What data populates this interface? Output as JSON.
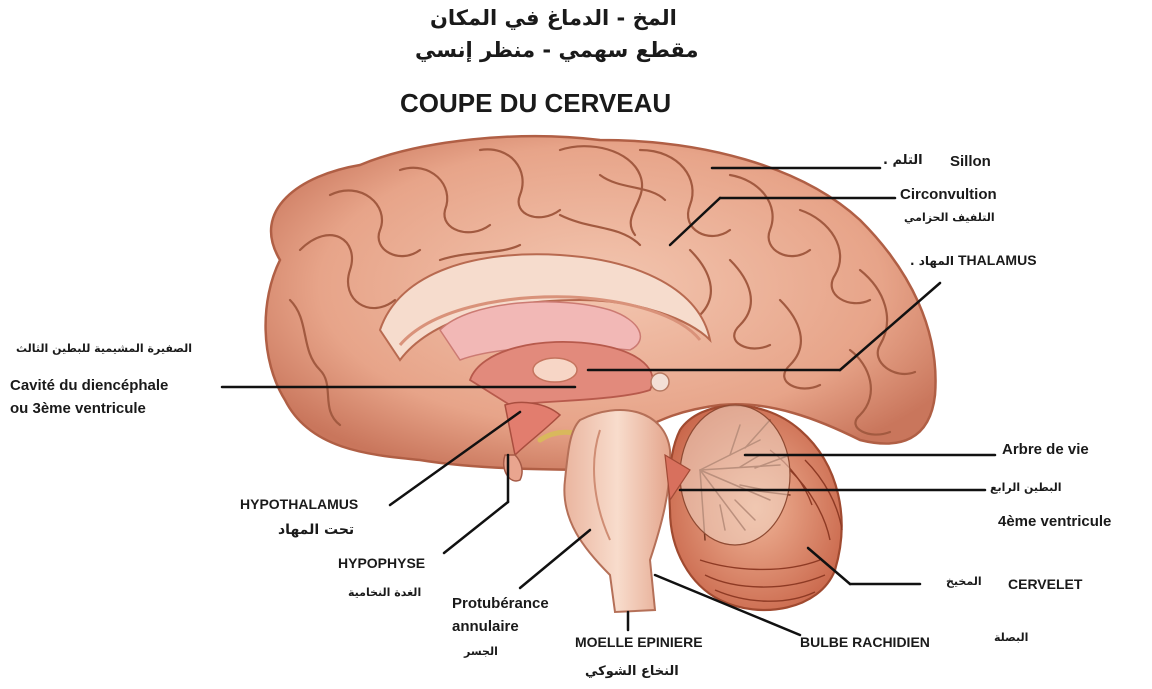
{
  "header": {
    "arabic_line1": "المخ  - الدماغ في المكان",
    "arabic_line2": "مقطع سهمي  - منظر إنسي",
    "title": "COUPE DU CERVEAU"
  },
  "labels": {
    "sillon_ar": "التلم .",
    "sillon": "Sillon",
    "circonvolution": "Circonvultion",
    "circonvolution_ar": "التلفيف الحزامي",
    "thalamus_ar": "المهاد .",
    "thalamus": "THALAMUS",
    "diencephale_ar": "الصفيرة المشيمية للبطين الثالث",
    "diencephale_line1": "Cavité du diencéphale",
    "diencephale_line2": "ou 3ème ventricule",
    "arbre": "Arbre de vie",
    "ventricule4_ar": "البطين الرابع",
    "ventricule4": "4ème ventricule",
    "hypothalamus": "HYPOTHALAMUS",
    "hypothalamus_ar": "تحت المهاد",
    "hypophyse": "HYPOPHYSE",
    "hypophyse_ar": "الغدة النخامية",
    "protuberance_line1": "Protubérance",
    "protuberance_line2": "annulaire",
    "protuberance_ar": "الجسر",
    "moelle": "MOELLE EPINIERE",
    "moelle_ar": "النخاع الشوكي",
    "bulbe": "BULBE RACHIDIEN",
    "bulbe_ar": "البصلة",
    "cervelet_ar": "المخيخ",
    "cervelet": "CERVELET"
  }
}
